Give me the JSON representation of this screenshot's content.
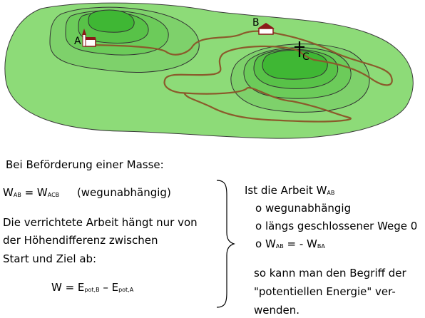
{
  "map": {
    "point_a": "A",
    "point_b": "B",
    "point_c": "C",
    "colors": {
      "land": "#8ddb78",
      "contour_1": "#7ed16b",
      "contour_2": "#6ccb5a",
      "contour_3": "#58c248",
      "contour_4": "#3fb734",
      "path": "#8b5a2b"
    }
  },
  "heading": "Bei Beförderung einer Masse:",
  "left": {
    "eq1": {
      "w": "W",
      "w_sub": "AB",
      "eq": " = W",
      "rhs_sub": "ACB",
      "note": "(wegunabhängig)"
    },
    "para_line1": "Die verrichtete Arbeit hängt nur von",
    "para_line2": "der Höhendifferenz zwischen",
    "para_line3": "Start und Ziel ab:",
    "eq2": {
      "lhs": "W = E",
      "sub1": "pot,B",
      "mid": " – E",
      "sub2": "pot,A"
    }
  },
  "right": {
    "line1": "Ist die Arbeit W",
    "line1_sub": "AB",
    "bullet1": "o wegunabhängig",
    "bullet2": "o längs geschlossener Wege 0",
    "bullet3_pre": "o W",
    "bullet3_sub1": "AB",
    "bullet3_mid": " = - W",
    "bullet3_sub2": "BA",
    "conc_line1": "so kann man den Begriff der",
    "conc_line2": "\"potentiellen Energie\" ver-",
    "conc_line3": "wenden."
  }
}
